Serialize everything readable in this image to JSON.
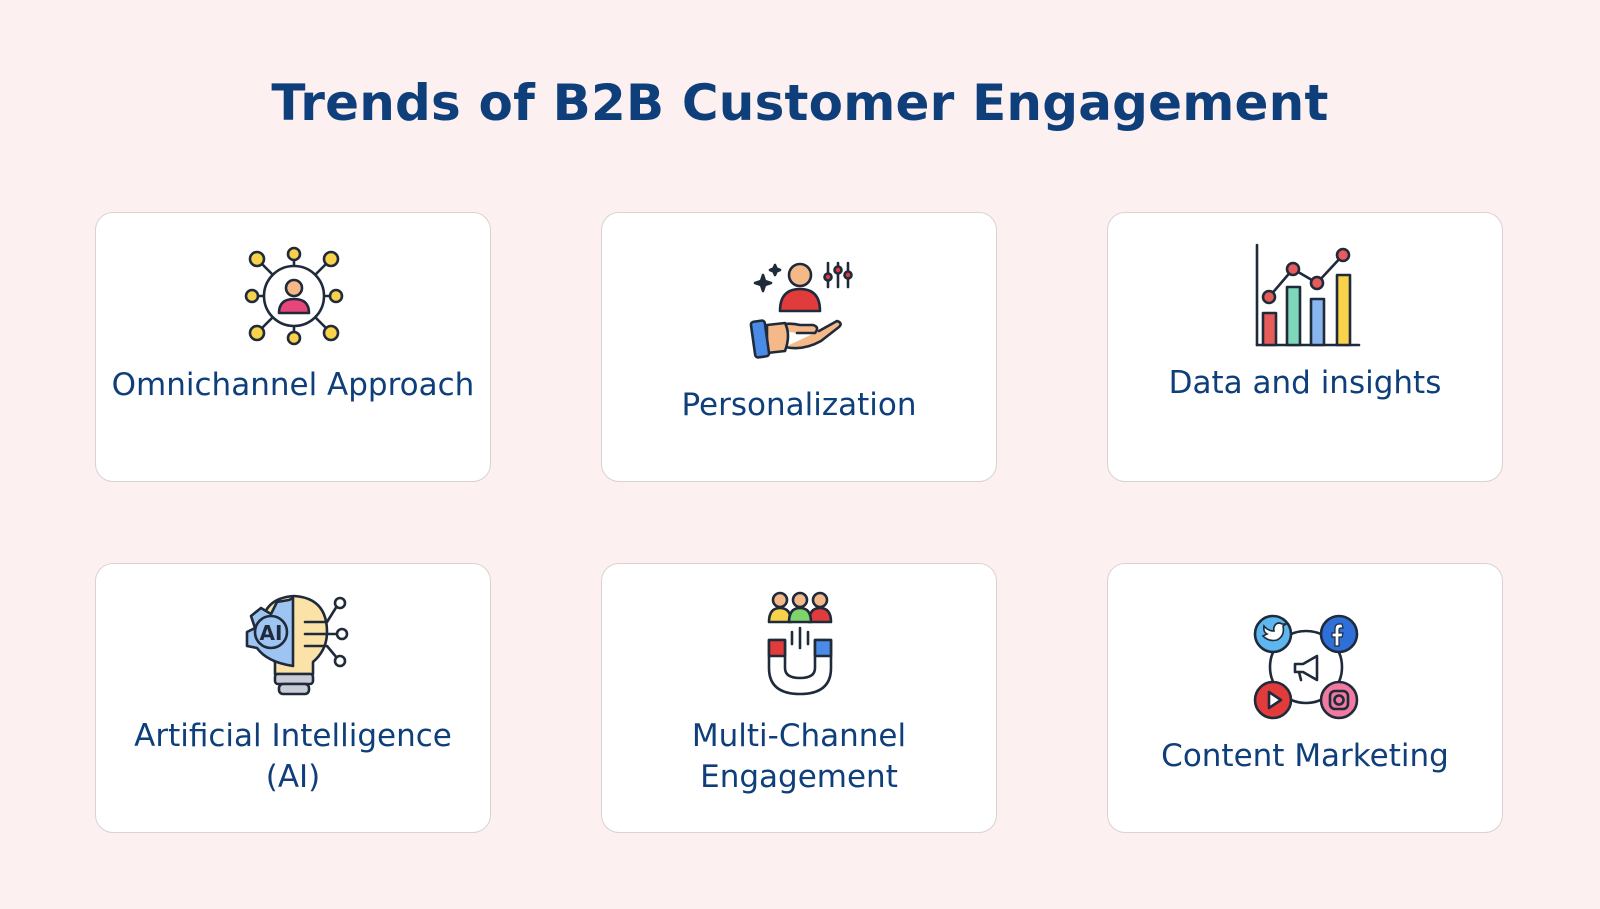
{
  "title": "Trends of B2B Customer Engagement",
  "cards": [
    {
      "label": "Omnichannel Approach",
      "icon": "omnichannel-network-icon"
    },
    {
      "label": "Personalization",
      "icon": "personalization-hand-user-icon"
    },
    {
      "label": "Data and insights",
      "icon": "bar-chart-icon"
    },
    {
      "label": "Artificial Intelligence (AI)",
      "icon": "ai-lightbulb-icon"
    },
    {
      "label": "Multi-Channel Engagement",
      "icon": "magnet-people-icon"
    },
    {
      "label": "Content Marketing",
      "icon": "social-media-icon"
    }
  ],
  "icon_texts": {
    "ai": "AI"
  },
  "colors": {
    "title": "#0f3f7a",
    "background": "#fdf0f0",
    "card_border": "#d9d2d2"
  }
}
